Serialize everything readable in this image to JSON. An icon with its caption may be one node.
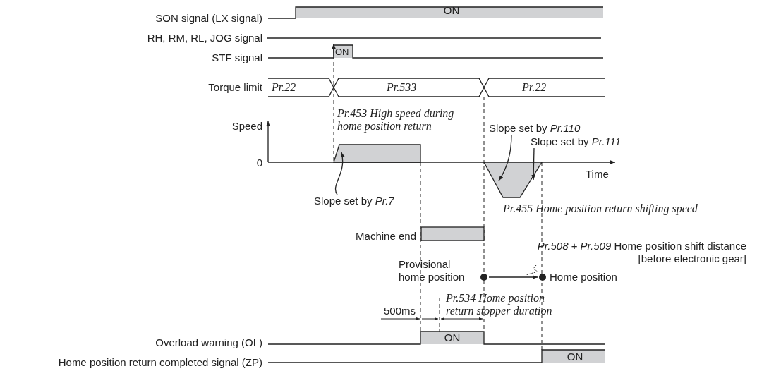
{
  "diagram": {
    "nodes": [
      {
        "text": [
          "Slope set by *Pr.7*"
        ]
      },
      {
        "text": [
          "Slope set by *Pr.110*"
        ]
      },
      {
        "text": [
          "Slope set by *Pr.111*"
        ]
      },
      {
        "text": [
          "*Pr.508* + *Pr.509* Home position shift distance [before electronic gear]"
        ]
      },
      {
        "text": [
          "Provisional home position"
        ]
      },
      {
        "text": [
          "Home position"
        ]
      }
    ],
    "edges": [
      {
        "from": 0,
        "to": null,
        "arrow": "to"
      },
      {
        "from": 1,
        "to": null,
        "arrow": "to"
      },
      {
        "from": 2,
        "to": null,
        "arrow": "to"
      },
      {
        "from": 3,
        "to": null,
        "arrow": "none",
        "style": "dashed"
      },
      {
        "from": 4,
        "to": 5,
        "arrow": "to"
      }
    ],
    "labels": [
      "SON signal (LX signal)",
      "ON",
      "RH, RM, RL, JOG signal",
      "STF signal",
      "ON",
      "Torque limit",
      "Pr.22",
      "Pr.533",
      "Pr.22",
      "Pr.453 High speed during home position return",
      "Speed",
      "0",
      "Time",
      "Pr.455 Home position return shifting speed",
      "Machine end",
      "Pr.534 Home position return stopper duration",
      "500ms",
      "Overload warning (OL)",
      "ON",
      "Home position return completed signal (ZP)",
      "ON"
    ]
  }
}
